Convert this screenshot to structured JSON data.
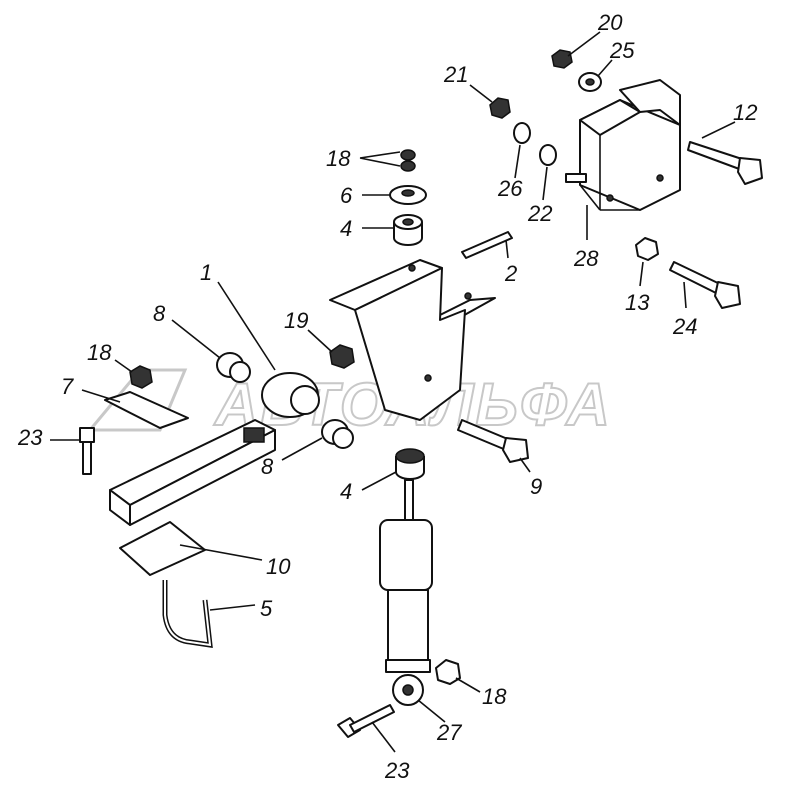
{
  "watermark": "АВТОАЛЬФА",
  "labels": [
    "20",
    "25",
    "21",
    "12",
    "18",
    "6",
    "26",
    "22",
    "4",
    "28",
    "2",
    "1",
    "13",
    "24",
    "8",
    "19",
    "18",
    "7",
    "23",
    "8",
    "9",
    "4",
    "10",
    "5",
    "18",
    "27",
    "23"
  ]
}
